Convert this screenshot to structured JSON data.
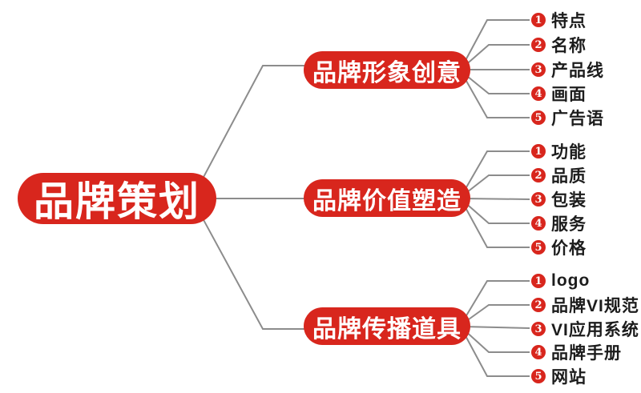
{
  "colors": {
    "brand_red": "#d8261d",
    "connector_gray": "#8c8c8c",
    "item_text": "#1c1c1c"
  },
  "root": {
    "label": "品牌策划"
  },
  "branches": [
    {
      "label": "品牌形象创意",
      "items": [
        {
          "num": "1",
          "label": "特点"
        },
        {
          "num": "2",
          "label": "名称"
        },
        {
          "num": "3",
          "label": "产品线"
        },
        {
          "num": "4",
          "label": "画面"
        },
        {
          "num": "5",
          "label": "广告语"
        }
      ]
    },
    {
      "label": "品牌价值塑造",
      "items": [
        {
          "num": "1",
          "label": "功能"
        },
        {
          "num": "2",
          "label": "品质"
        },
        {
          "num": "3",
          "label": "包装"
        },
        {
          "num": "4",
          "label": "服务"
        },
        {
          "num": "5",
          "label": "价格"
        }
      ]
    },
    {
      "label": "品牌传播道具",
      "items": [
        {
          "num": "1",
          "label": "logo"
        },
        {
          "num": "2",
          "label": "品牌VI规范"
        },
        {
          "num": "3",
          "label": "VI应用系统"
        },
        {
          "num": "4",
          "label": "品牌手册"
        },
        {
          "num": "5",
          "label": "网站"
        }
      ]
    }
  ]
}
